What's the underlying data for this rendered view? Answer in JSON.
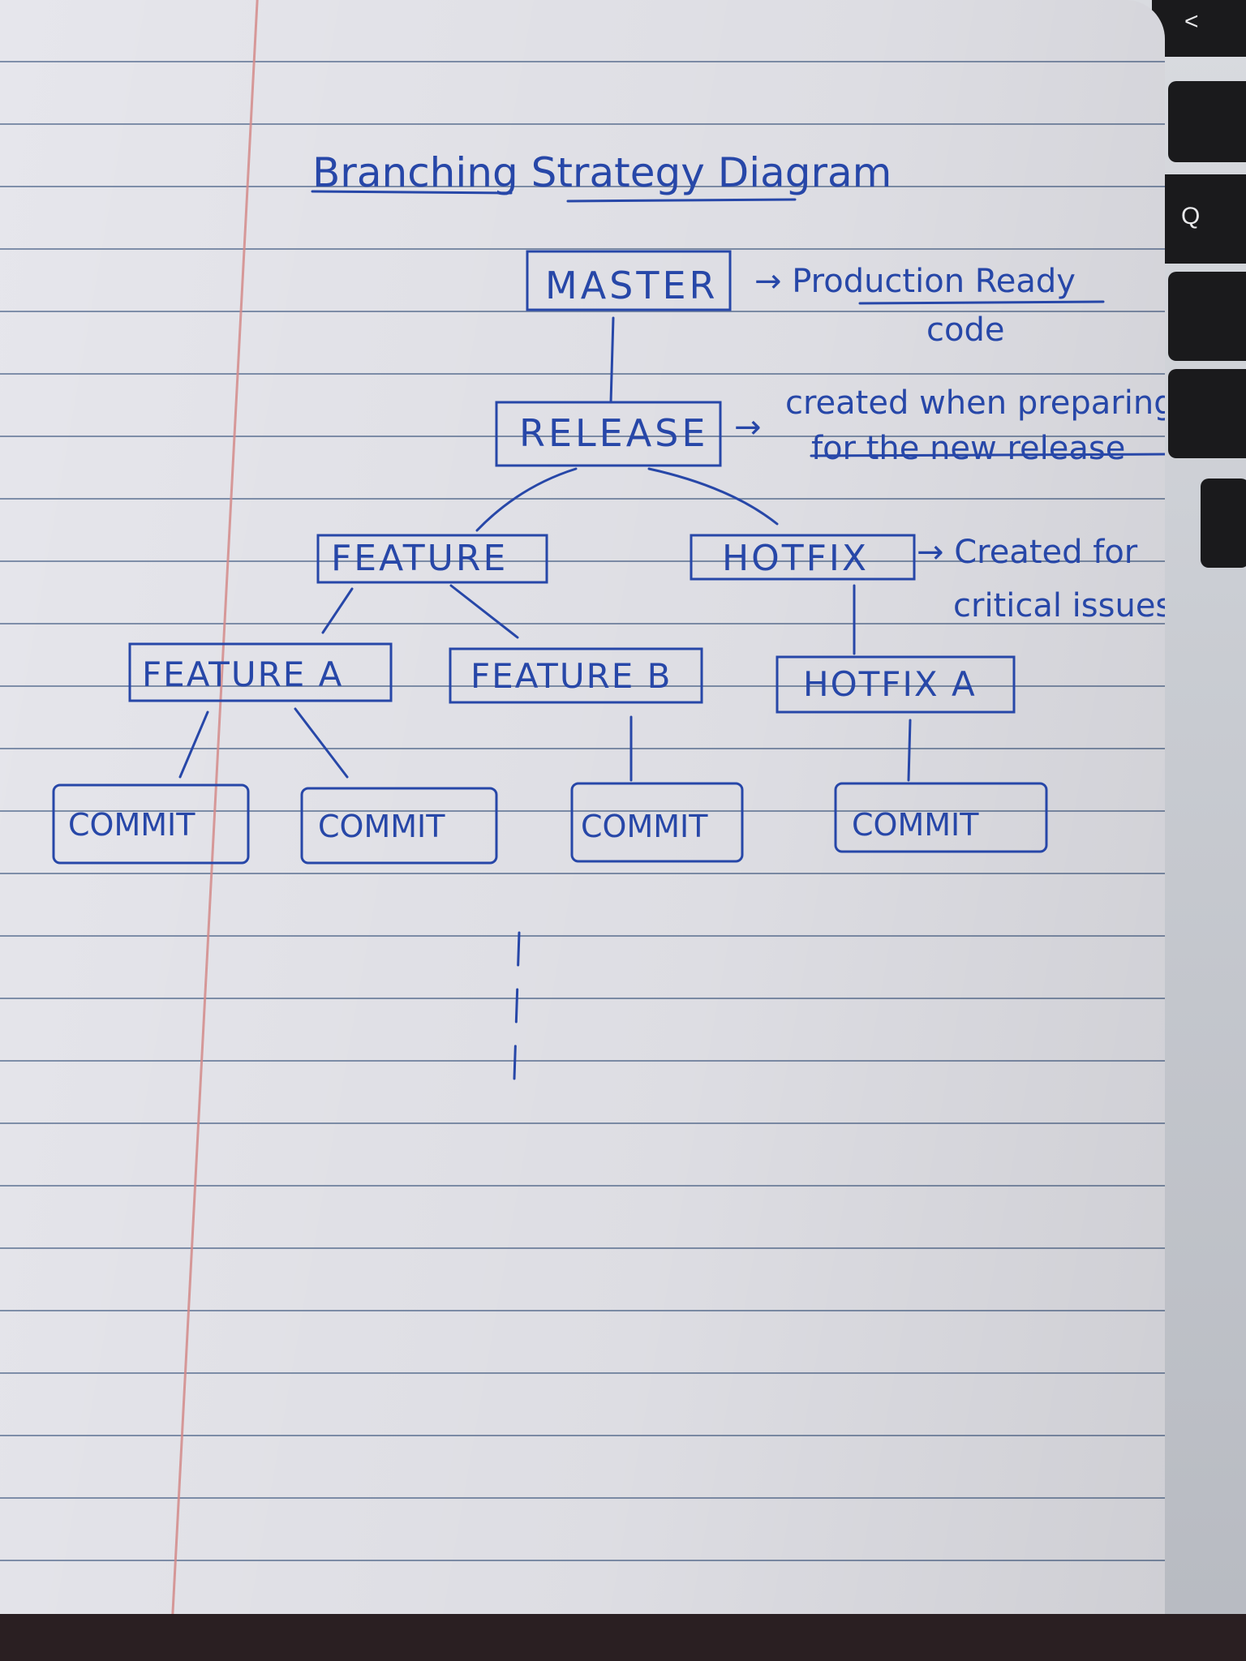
{
  "laptop": {
    "keys": {
      "top": "<",
      "q": "Q"
    }
  },
  "title": "Branching Strategy Diagram",
  "nodes": {
    "master": "MASTER",
    "release": "RELEASE",
    "feature": "FEATURE",
    "hotfix": "HOTFIX",
    "feature_a": "FEATURE A",
    "feature_b": "FEATURE B",
    "hotfix_a": "HOTFIX A",
    "commit_1": "COMMIT",
    "commit_2": "COMMIT",
    "commit_3": "COMMIT",
    "commit_4": "COMMIT"
  },
  "notes": {
    "master_line1": "→ Production Ready",
    "master_line2": "code",
    "release_arrow": "→",
    "release_line1": "created when preparing",
    "release_line2": "for the new release",
    "hotfix_line1": "→ Created for",
    "hotfix_line2": "critical issues."
  },
  "colors": {
    "ink": "#2747a8",
    "paper": "#e6e6ec",
    "rule": "#7f8faa",
    "margin": "#d68c8c"
  }
}
